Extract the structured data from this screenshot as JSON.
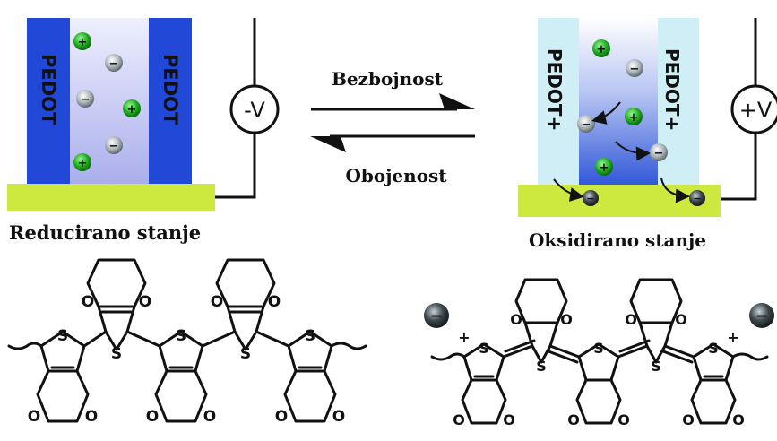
{
  "left_cell": {
    "electrode_label_1": "PEDOT",
    "electrode_label_2": "PEDOT",
    "voltage": "-V",
    "state_label": "Reducirano stanje"
  },
  "right_cell": {
    "electrode_label_1": "PEDOT+",
    "electrode_label_2": "PEDOT+",
    "voltage": "+V",
    "state_label": "Oksidirano stanje"
  },
  "transition": {
    "forward_label": "Bezbojnost",
    "backward_label": "Obojenost"
  },
  "ions": {
    "cation_symbol": "+",
    "anion_symbol": "−"
  },
  "molecule": {
    "sulfur": "S",
    "oxygen": "O",
    "charge": "+"
  },
  "colors": {
    "electrode_blue": "#2148d6",
    "electrolyte_light": "#c9ccf4",
    "oxidized_electrode": "#cfeef6",
    "substrate_green": "#cde83e",
    "cation_green": "#1fae1f",
    "anion_gray": "#9aa3a8"
  }
}
